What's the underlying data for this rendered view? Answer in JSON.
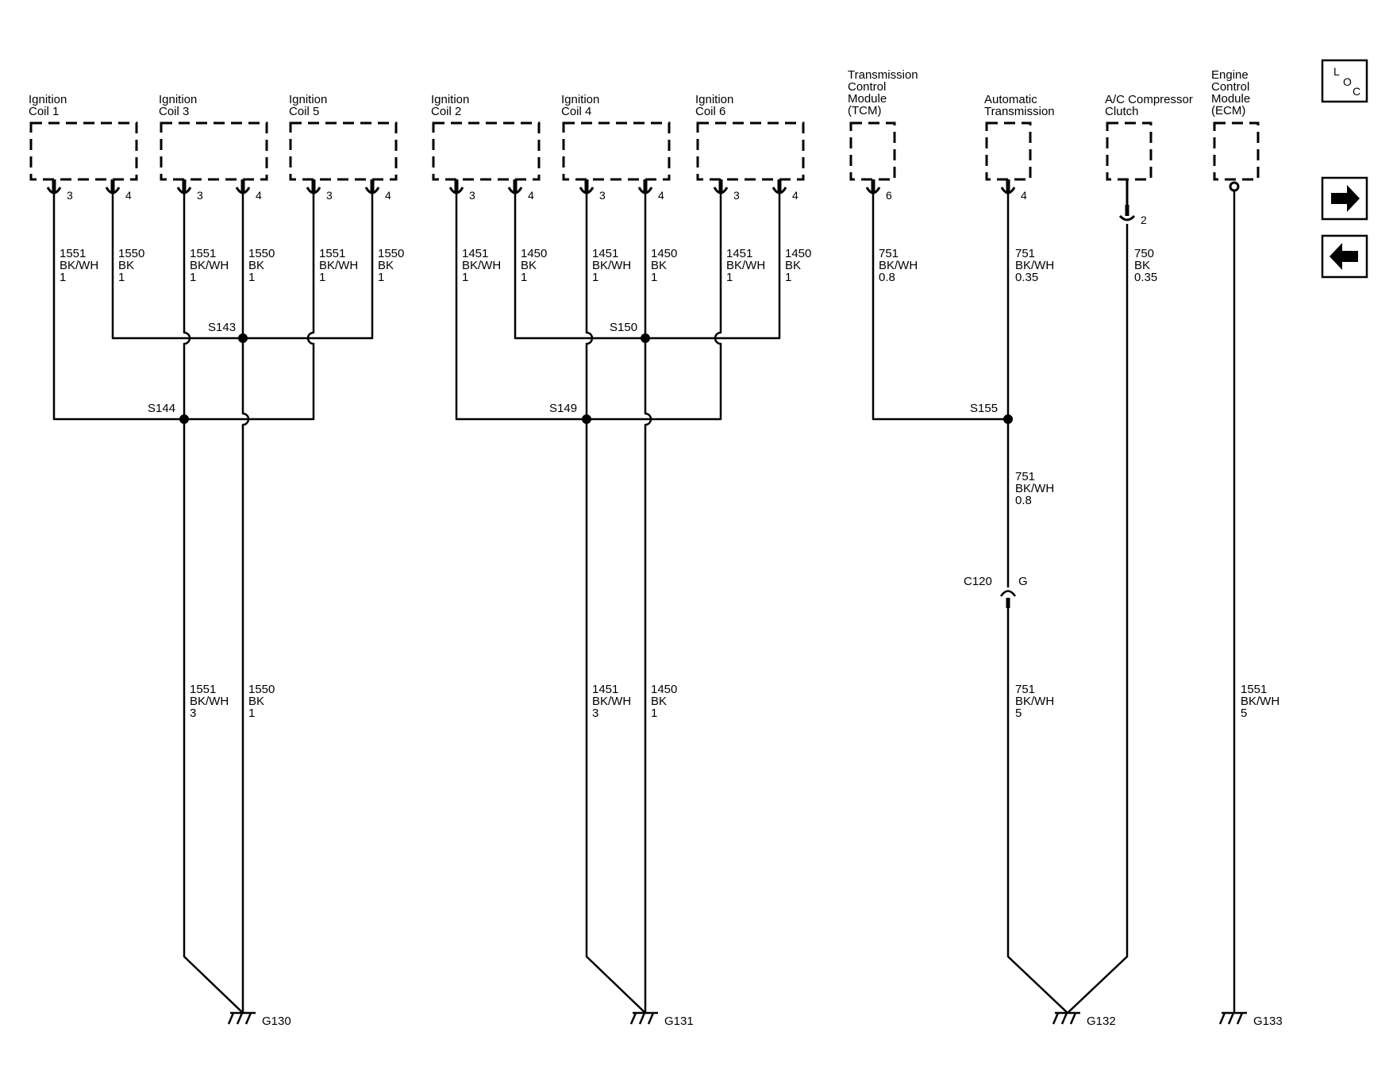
{
  "components": [
    {
      "id": "coil1",
      "lines": [
        "Ignition",
        "Coil 1"
      ],
      "pins": [
        "3",
        "4"
      ]
    },
    {
      "id": "coil3",
      "lines": [
        "Ignition",
        "Coil 3"
      ],
      "pins": [
        "3",
        "4"
      ]
    },
    {
      "id": "coil5",
      "lines": [
        "Ignition",
        "Coil 5"
      ],
      "pins": [
        "3",
        "4"
      ]
    },
    {
      "id": "coil2",
      "lines": [
        "Ignition",
        "Coil 2"
      ],
      "pins": [
        "3",
        "4"
      ]
    },
    {
      "id": "coil4",
      "lines": [
        "Ignition",
        "Coil 4"
      ],
      "pins": [
        "3",
        "4"
      ]
    },
    {
      "id": "coil6",
      "lines": [
        "Ignition",
        "Coil 6"
      ],
      "pins": [
        "3",
        "4"
      ]
    },
    {
      "id": "tcm",
      "lines": [
        "Transmission",
        "Control",
        "Module",
        "(TCM)"
      ],
      "pins": [
        "6"
      ]
    },
    {
      "id": "autotrans",
      "lines": [
        "Automatic",
        "Transmission"
      ],
      "pins": [
        "4"
      ]
    },
    {
      "id": "ac",
      "lines": [
        "A/C Compressor",
        "Clutch"
      ],
      "pins": [
        "2"
      ]
    },
    {
      "id": "ecm",
      "lines": [
        "Engine",
        "Control",
        "Module",
        "(ECM)"
      ],
      "pins": []
    }
  ],
  "wire_labels": [
    {
      "id": "c1-3",
      "lines": [
        "1551",
        "BK/WH",
        "1"
      ]
    },
    {
      "id": "c1-4",
      "lines": [
        "1550",
        "BK",
        "1"
      ]
    },
    {
      "id": "c3-3",
      "lines": [
        "1551",
        "BK/WH",
        "1"
      ]
    },
    {
      "id": "c3-4",
      "lines": [
        "1550",
        "BK",
        "1"
      ]
    },
    {
      "id": "c5-3",
      "lines": [
        "1551",
        "BK/WH",
        "1"
      ]
    },
    {
      "id": "c5-4",
      "lines": [
        "1550",
        "BK",
        "1"
      ]
    },
    {
      "id": "c2-3",
      "lines": [
        "1451",
        "BK/WH",
        "1"
      ]
    },
    {
      "id": "c2-4",
      "lines": [
        "1450",
        "BK",
        "1"
      ]
    },
    {
      "id": "c4-3",
      "lines": [
        "1451",
        "BK/WH",
        "1"
      ]
    },
    {
      "id": "c4-4",
      "lines": [
        "1450",
        "BK",
        "1"
      ]
    },
    {
      "id": "c6-3",
      "lines": [
        "1451",
        "BK/WH",
        "1"
      ]
    },
    {
      "id": "c6-4",
      "lines": [
        "1450",
        "BK",
        "1"
      ]
    },
    {
      "id": "tcm-6",
      "lines": [
        "751",
        "BK/WH",
        "0.8"
      ]
    },
    {
      "id": "at-4",
      "lines": [
        "751",
        "BK/WH",
        "0.35"
      ]
    },
    {
      "id": "ac-2",
      "lines": [
        "750",
        "BK",
        "0.35"
      ]
    },
    {
      "id": "s155-c120",
      "lines": [
        "751",
        "BK/WH",
        "0.8"
      ]
    },
    {
      "id": "g130-a",
      "lines": [
        "1551",
        "BK/WH",
        "3"
      ]
    },
    {
      "id": "g130-b",
      "lines": [
        "1550",
        "BK",
        "1"
      ]
    },
    {
      "id": "g131-a",
      "lines": [
        "1451",
        "BK/WH",
        "3"
      ]
    },
    {
      "id": "g131-b",
      "lines": [
        "1450",
        "BK",
        "1"
      ]
    },
    {
      "id": "g132-a",
      "lines": [
        "751",
        "BK/WH",
        "5"
      ]
    },
    {
      "id": "g133-a",
      "lines": [
        "1551",
        "BK/WH",
        "5"
      ]
    }
  ],
  "splices": [
    "S143",
    "S144",
    "S150",
    "S149",
    "S155"
  ],
  "connector": {
    "name": "C120",
    "pin": "G"
  },
  "grounds": [
    "G130",
    "G131",
    "G132",
    "G133"
  ],
  "loc_button": {
    "letters": [
      "L",
      "O",
      "C"
    ]
  },
  "nav": {
    "next_icon": "arrow-right-icon",
    "prev_icon": "arrow-left-icon"
  }
}
